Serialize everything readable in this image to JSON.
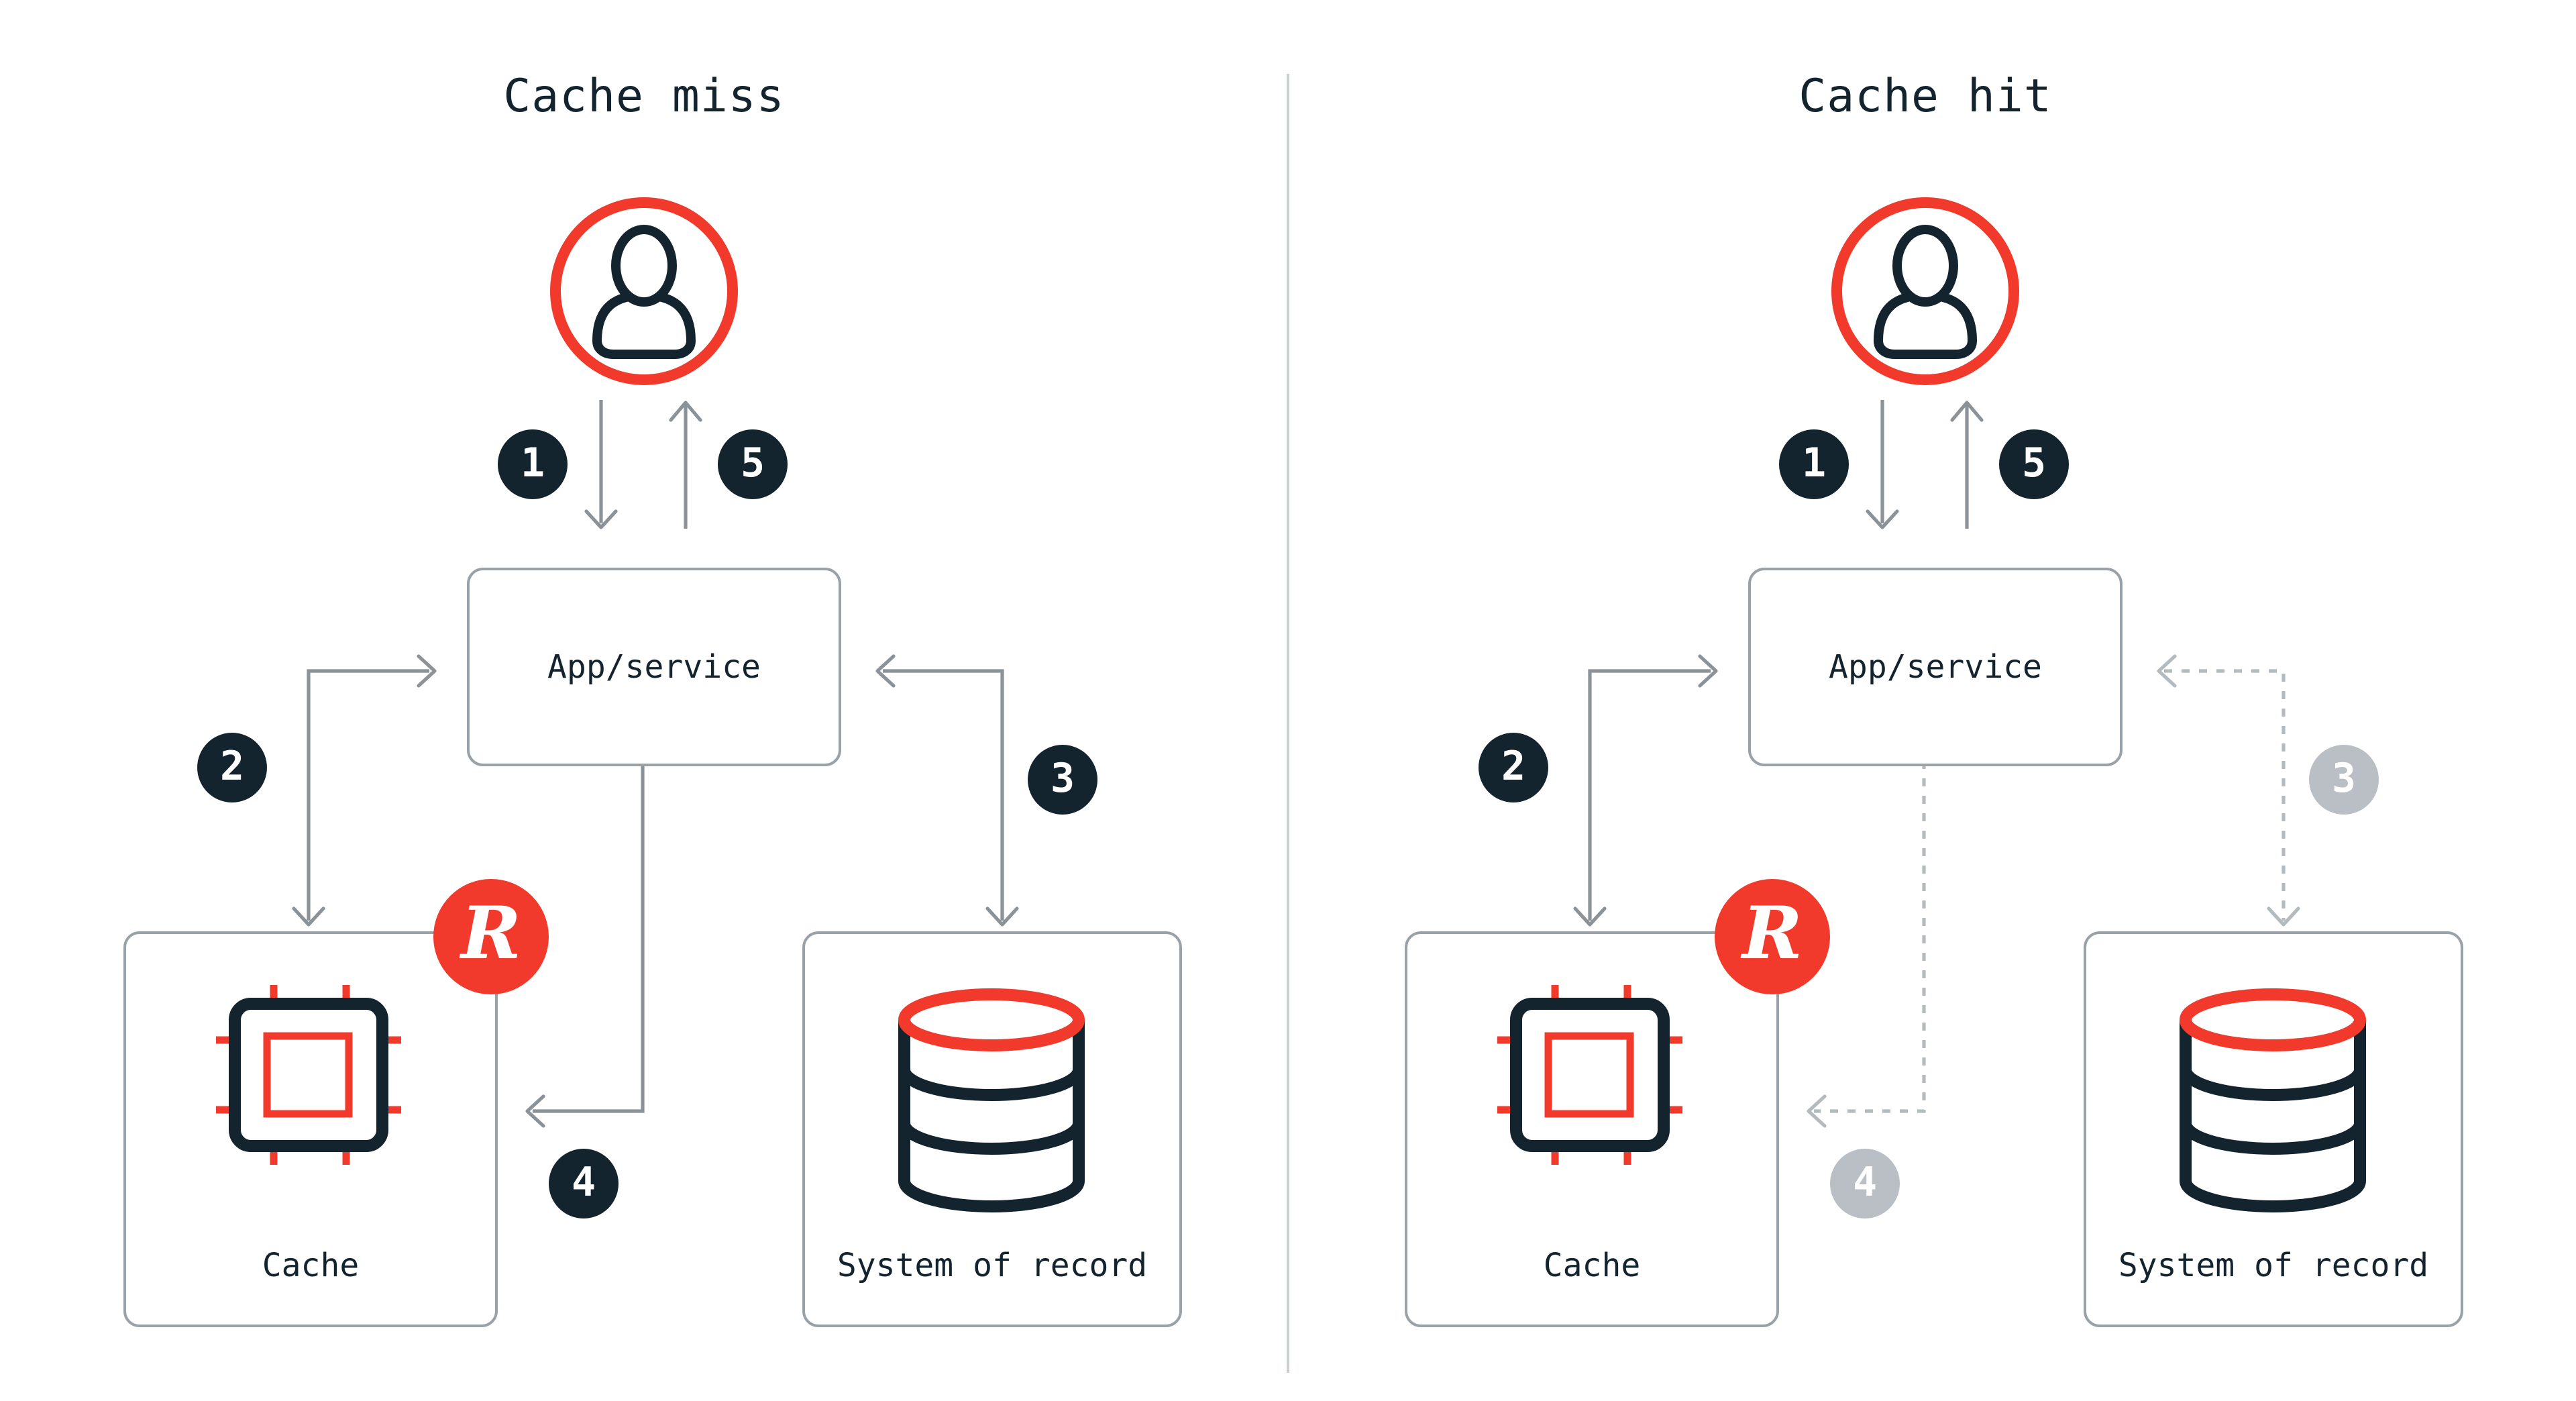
{
  "colors": {
    "accent_red": "#F23A2C",
    "ink_dark": "#13242E",
    "arrow_gray": "#8B9398",
    "arrow_muted_gray": "#B4BBBF",
    "box_border_gray": "#99A2A6",
    "badge_muted_gray": "#B9BFC5",
    "divider_gray": "#CBD0D2",
    "background": "#FFFFFF"
  },
  "panels": [
    {
      "title": "Cache miss",
      "badges": [
        "1",
        "2",
        "3",
        "4",
        "5"
      ],
      "user_icon": "user-icon",
      "app_label": "App/service",
      "cache_label": "Cache",
      "cache_icon": "chip-icon",
      "system_label": "System of record",
      "system_icon": "database-icon",
      "redis_logo_letter": "R",
      "inactive_steps": []
    },
    {
      "title": "Cache hit",
      "badges": [
        "1",
        "2",
        "3",
        "4",
        "5"
      ],
      "user_icon": "user-icon",
      "app_label": "App/service",
      "cache_label": "Cache",
      "cache_icon": "chip-icon",
      "system_label": "System of record",
      "system_icon": "database-icon",
      "redis_logo_letter": "R",
      "inactive_steps": [
        "3",
        "4"
      ]
    }
  ]
}
